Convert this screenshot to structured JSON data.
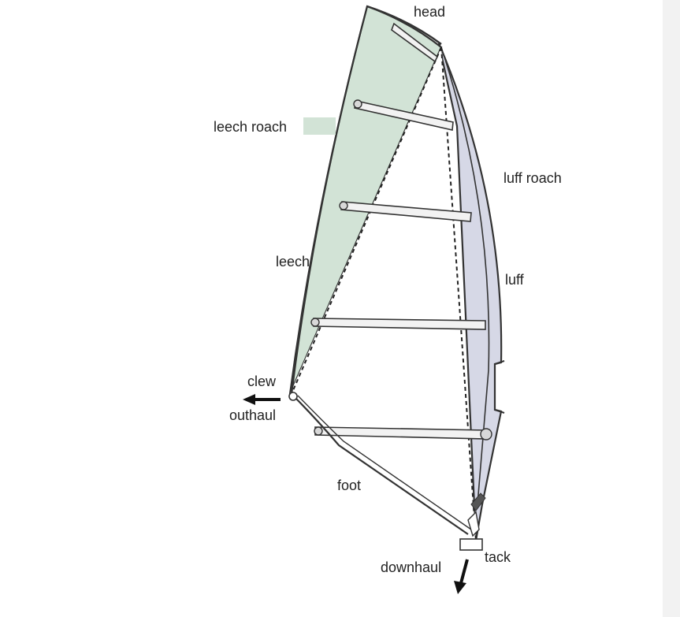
{
  "labels": {
    "head": "head",
    "leech_roach": "leech roach",
    "luff_roach": "luff roach",
    "leech": "leech",
    "luff": "luff",
    "clew": "clew",
    "outhaul": "outhaul",
    "foot": "foot",
    "tack": "tack",
    "downhaul": "downhaul"
  },
  "colors": {
    "leech_roach_fill": "#d2e3d6",
    "luff_roach_fill": "#d6d8e6",
    "outline": "#333333",
    "batten_fill": "#f2f2f2"
  }
}
